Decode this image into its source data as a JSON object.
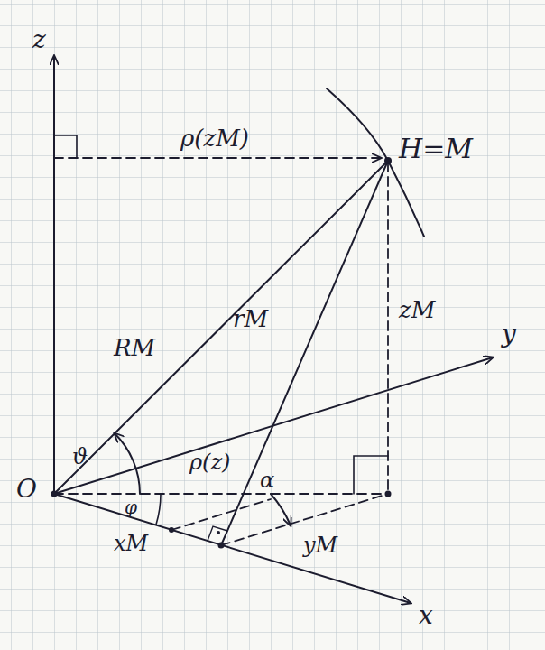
{
  "diagram": {
    "labels": [
      "z",
      "y",
      "x",
      "O",
      "H=M",
      "ρ(zM)",
      "zM",
      "RM",
      "rM",
      "ϑ",
      "φ",
      "α",
      "xM",
      "yM",
      "ρ(z)"
    ]
  }
}
